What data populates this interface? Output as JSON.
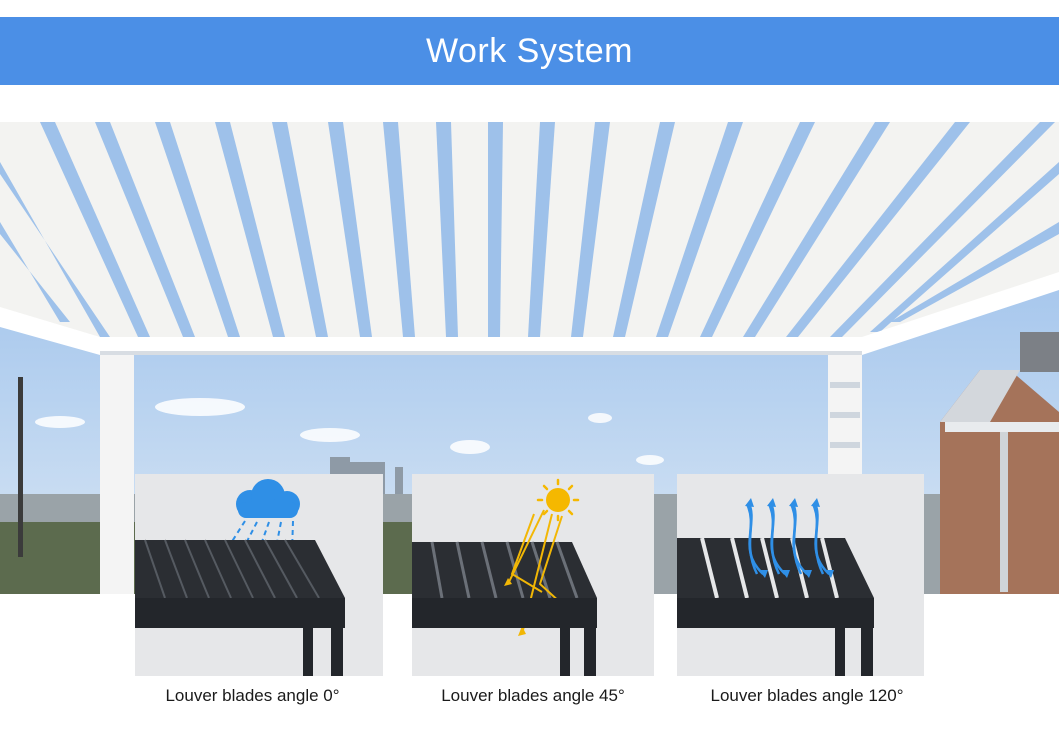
{
  "header": {
    "title": "Work System",
    "background_color": "#4b8fe6"
  },
  "scene": {
    "subject": "pergola-with-louver-roof",
    "sky_color": "#a9c9ee",
    "louver_color": "#f3f3f1",
    "frame_color": "#ffffff"
  },
  "panels": [
    {
      "caption": "Louver blades angle 0°",
      "icon": "rain-cloud-icon",
      "icon_color": "#2f8fe6"
    },
    {
      "caption": "Louver blades angle 45°",
      "icon": "sun-icon",
      "icon_color": "#f5b800"
    },
    {
      "caption": "Louver blades angle 120°",
      "icon": "airflow-arrows-icon",
      "icon_color": "#2f8fe6"
    }
  ]
}
